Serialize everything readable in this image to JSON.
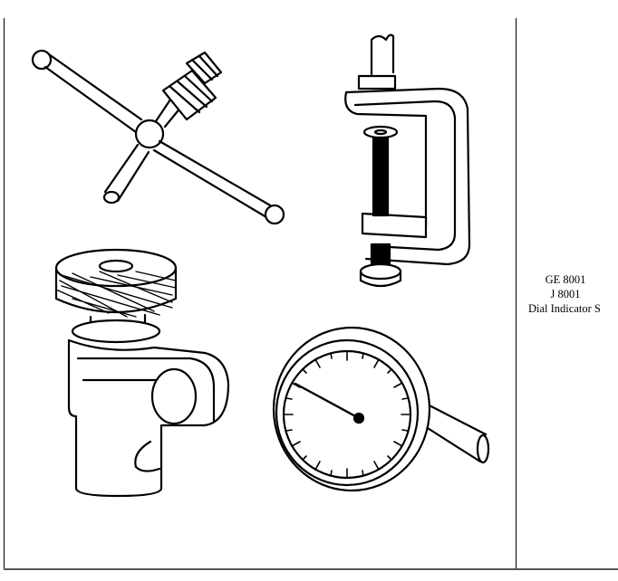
{
  "caption": {
    "line1": "GE 8001",
    "line2": "J 8001",
    "line3": "Dial Indicator S"
  },
  "illustration": {
    "items": [
      "ball-handle-tool",
      "c-clamp",
      "knurled-clamp-adapter",
      "dial-indicator"
    ]
  }
}
